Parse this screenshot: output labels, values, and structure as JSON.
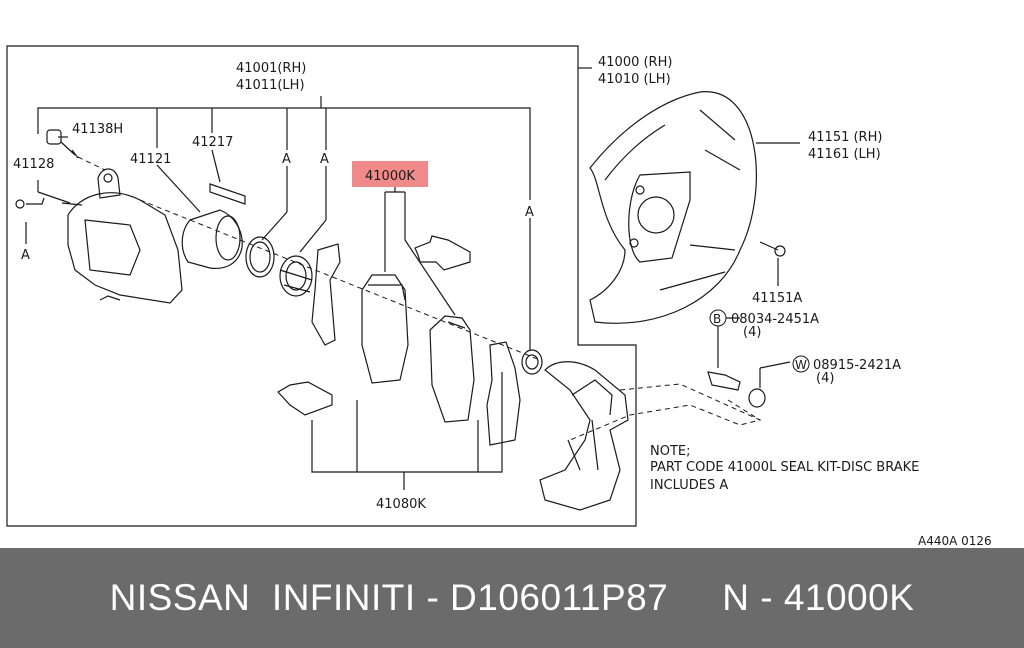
{
  "labels": {
    "p41001": "41001(RH)",
    "p41011": "41011(LH)",
    "p41000": "41000 (RH)",
    "p41010": "41010 (LH)",
    "p41138H": "41138H",
    "p41128": "41128",
    "p41121": "41121",
    "p41217": "41217",
    "p41000K": "41000K",
    "p41151": "41151 (RH)",
    "p41161": "41161 (LH)",
    "p41151A": "41151A",
    "b_marker": "B",
    "p08034": "08034-2451A",
    "qty_b": "(4)",
    "w_marker": "W",
    "p08915": "08915-2421A",
    "qty_w": "(4)",
    "p41080K": "41080K",
    "ref_a": "A"
  },
  "note": {
    "line1": "NOTE;",
    "line2": "PART CODE 41000L SEAL KIT-DISC BRAKE",
    "line3": "INCLUDES A"
  },
  "diagram_code": "A440A 0126",
  "footer": {
    "text": "NISSAN  INFINITI - D106011P87     N - 41000K"
  },
  "colors": {
    "highlight": "#f08a8a",
    "footer_bg": "#6b6b6b",
    "footer_text": "#ffffff",
    "line": "#1a1a1a"
  }
}
